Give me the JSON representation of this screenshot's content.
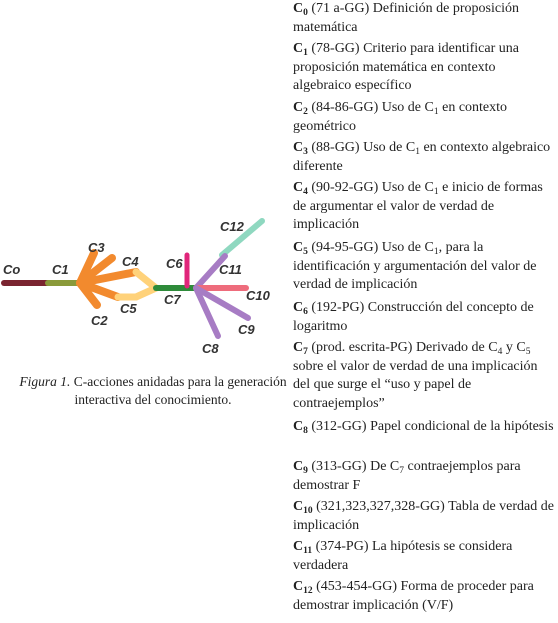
{
  "diagram": {
    "nodes": [
      {
        "id": "Co",
        "label": "Co"
      },
      {
        "id": "C1",
        "label": "C1"
      },
      {
        "id": "C2",
        "label": "C2"
      },
      {
        "id": "C3",
        "label": "C3"
      },
      {
        "id": "C4",
        "label": "C4"
      },
      {
        "id": "C5",
        "label": "C5"
      },
      {
        "id": "C6",
        "label": "C6"
      },
      {
        "id": "C7",
        "label": "C7"
      },
      {
        "id": "C8",
        "label": "C8"
      },
      {
        "id": "C9",
        "label": "C9"
      },
      {
        "id": "C10",
        "label": "C10"
      },
      {
        "id": "C11",
        "label": "C11"
      },
      {
        "id": "C12",
        "label": "C12"
      }
    ],
    "colors": {
      "Co": "#7a2430",
      "C1": "#8a9a3a",
      "orange": "#f28a2e",
      "yellow": "#ffd27a",
      "C6": "#e0257a",
      "C7": "#2e8b3a",
      "purple": "#a77cc4",
      "C10": "#ee6c7c",
      "C12": "#8fd8c0"
    }
  },
  "caption": {
    "figure_label": "Figura 1.",
    "text": " C-acciones anidadas para la generación interactiva del conocimiento."
  },
  "legend": [
    {
      "code": "C",
      "sub": "0",
      "segments": [
        {
          "t": " (71 a-GG) Definición de proposición matemática"
        }
      ]
    },
    {
      "code": "C",
      "sub": "1",
      "segments": [
        {
          "t": " (78-GG) Criterio para identificar una proposición matemática en contexto algebraico específico"
        }
      ]
    },
    {
      "code": "C",
      "sub": "2",
      "segments": [
        {
          "t": " (84-86-GG) Uso de C"
        },
        {
          "s": "1"
        },
        {
          "t": " en contexto geométrico"
        }
      ]
    },
    {
      "code": "C",
      "sub": "3",
      "segments": [
        {
          "t": " (88-GG) Uso de C"
        },
        {
          "s": "1"
        },
        {
          "t": " en contexto algebraico diferente"
        }
      ]
    },
    {
      "code": "C",
      "sub": "4",
      "segments": [
        {
          "t": " (90-92-GG) Uso de C"
        },
        {
          "s": "1"
        },
        {
          "t": " e inicio de formas de argumentar el valor de verdad de implicación"
        }
      ]
    },
    {
      "code": "C",
      "sub": "5",
      "segments": [
        {
          "t": " (94-95-GG) Uso de C"
        },
        {
          "s": "1"
        },
        {
          "t": ", para la identificación y argumentación del valor de verdad de implicación"
        }
      ]
    },
    {
      "code": "C",
      "sub": "6",
      "segments": [
        {
          "t": " (192-PG) Construcción del concepto de logaritmo"
        }
      ]
    },
    {
      "code": "C",
      "sub": "7",
      "segments": [
        {
          "t": " (prod. escrita-PG) Derivado de C"
        },
        {
          "s": "4"
        },
        {
          "t": " y C"
        },
        {
          "s": "5"
        },
        {
          "t": " sobre el valor de verdad de una implicación del que surge el “uso y papel de contraejemplos”"
        }
      ]
    },
    {
      "code": "C",
      "sub": "8",
      "segments": [
        {
          "t": " (312-GG) Papel condicional de la hipótesis"
        }
      ]
    },
    {
      "code": "C",
      "sub": "9",
      "segments": [
        {
          "t": " (313-GG) De C"
        },
        {
          "s": "7"
        },
        {
          "t": " contraejemplos para demostrar F"
        }
      ]
    },
    {
      "code": "C",
      "sub": "10",
      "segments": [
        {
          "t": " (321,323,327,328-GG) Tabla de verdad de implicación"
        }
      ]
    },
    {
      "code": "C",
      "sub": "11",
      "segments": [
        {
          "t": " (374-PG) La hipótesis se considera verdadera"
        }
      ]
    },
    {
      "code": "C",
      "sub": "12",
      "segments": [
        {
          "t": " (453-454-GG) Forma de proceder para demostrar implicación (V/F)"
        }
      ]
    }
  ]
}
